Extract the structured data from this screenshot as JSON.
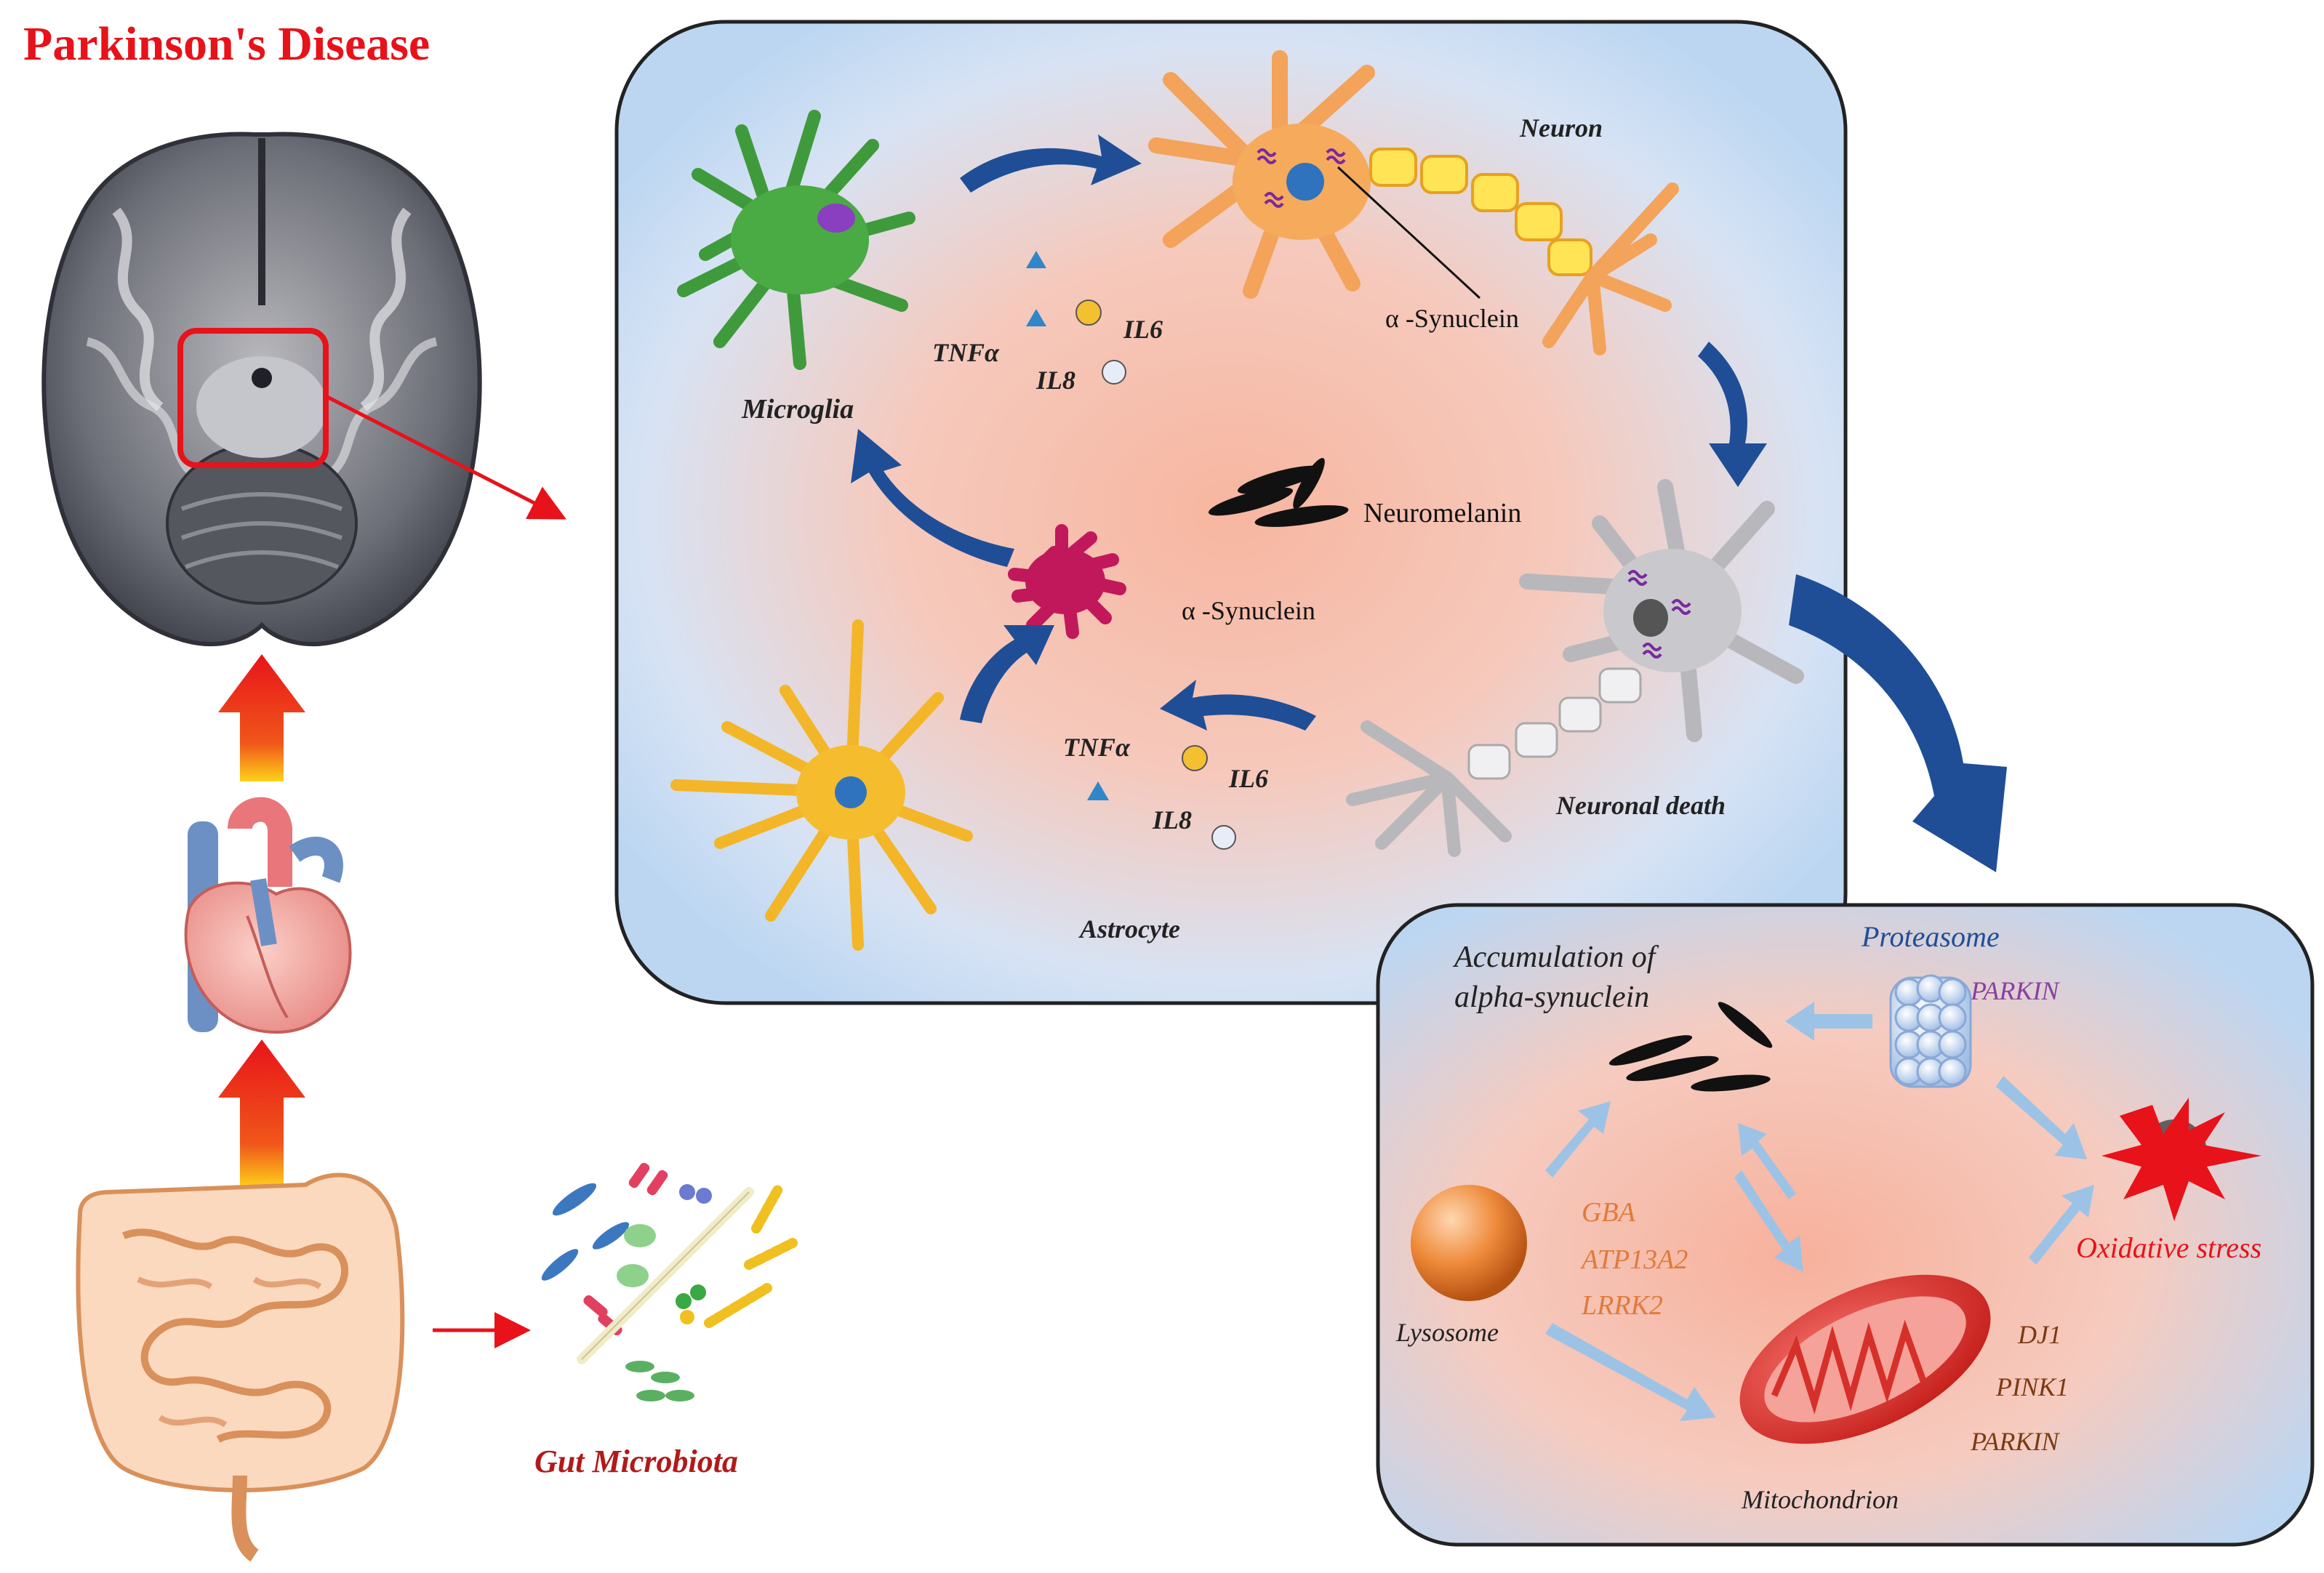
{
  "title": "Parkinson's Disease",
  "gut": {
    "label": "Gut Microbiota"
  },
  "neuroinflammation": {
    "neuron": "Neuron",
    "microglia": "Microglia",
    "astrocyte": "Astrocyte",
    "neuronal_death": "Neuronal death",
    "alpha_synuclein_top": "α -Synuclein",
    "alpha_synuclein_mid": "α -Synuclein",
    "neuromelanin": "Neuromelanin",
    "cytokines_top": {
      "tnfa": "TNFα",
      "il6": "IL6",
      "il8": "IL8"
    },
    "cytokines_bottom": {
      "tnfa": "TNFα",
      "il6": "IL6",
      "il8": "IL8"
    }
  },
  "cellular": {
    "accumulation_line1": "Accumulation of",
    "accumulation_line2": "alpha-synuclein",
    "proteasome": "Proteasome",
    "parkin_proteasome": "PARKIN",
    "oxidative_stress": "Oxidative stress",
    "lysosome": "Lysosome",
    "lysosome_genes": [
      "GBA",
      "ATP13A2",
      "LRRK2"
    ],
    "mitochondrion": "Mitochondrion",
    "mito_genes": [
      "DJ1",
      "PINK1",
      "PARKIN"
    ]
  },
  "colors": {
    "title_red": "#e8121a",
    "gut_label": "#b11a1a",
    "gene_orange": "#e07a3c",
    "parkin_purple": "#8a3fa0",
    "oxidative_red": "#e8121a",
    "arrow_blue": "#1f4e96",
    "light_arrow": "#9cc3e6"
  }
}
